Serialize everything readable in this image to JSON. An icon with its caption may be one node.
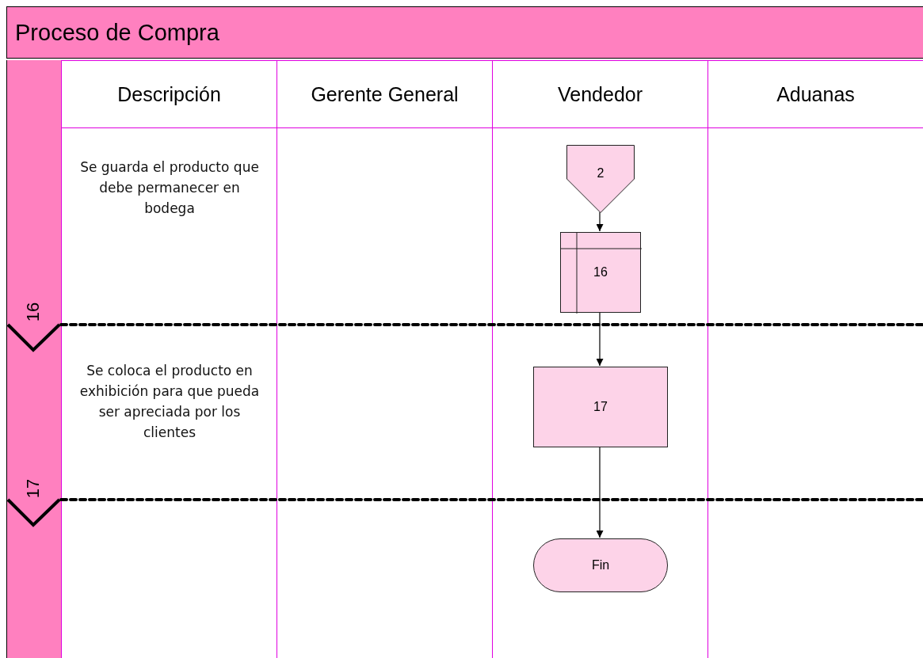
{
  "diagram": {
    "title": "Proceso de Compra",
    "nodes": [
      {
        "text": [
          "Descripción"
        ]
      },
      {
        "text": [
          "Gerente General"
        ]
      },
      {
        "text": [
          "Vendedor"
        ]
      },
      {
        "text": [
          "Aduanas"
        ]
      },
      {
        "text": [
          "2"
        ],
        "in": 2
      },
      {
        "text": [
          "16"
        ],
        "in": 2
      },
      {
        "text": [
          "17"
        ],
        "in": 2
      },
      {
        "text": [
          "Fin"
        ],
        "in": 2
      }
    ],
    "edges": [
      {
        "from": 4,
        "to": 5,
        "arrow": "to"
      },
      {
        "from": 5,
        "to": 6,
        "arrow": "to"
      },
      {
        "from": 6,
        "to": 7,
        "arrow": "to"
      }
    ],
    "labels": [
      "Se guarda el producto que debe permanecer en bodega",
      "16",
      "Se coloca el producto en exhibición para que pueda ser apreciada por los clientes",
      "17"
    ]
  }
}
